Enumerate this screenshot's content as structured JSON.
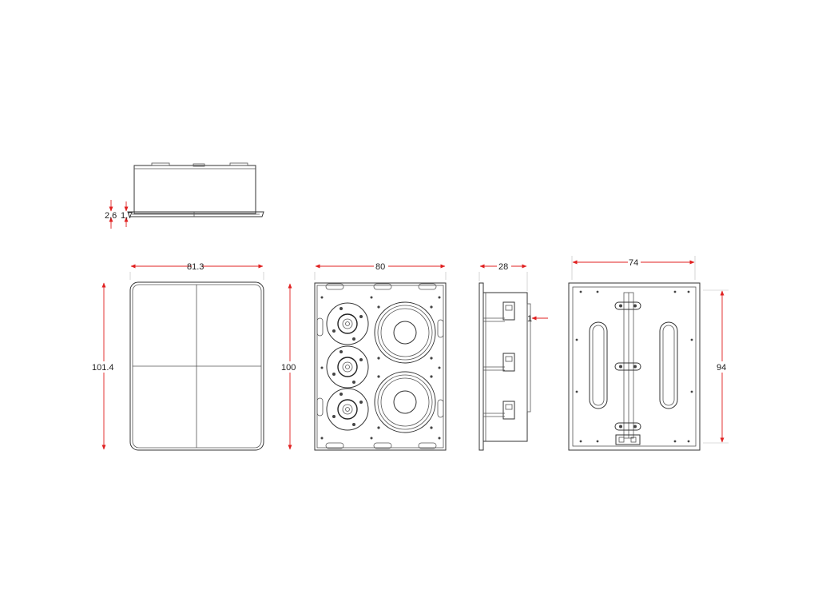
{
  "dimensions": {
    "top_view_left": "2,6",
    "top_view_right": "1,7",
    "grille_width": "81.3",
    "grille_height": "101.4",
    "front_width": "80",
    "front_height": "100",
    "side_depth": "28",
    "side_flange": "1",
    "back_width": "74",
    "back_height": "94"
  },
  "colors": {
    "dimension": "#e02020",
    "outline": "#333333"
  }
}
